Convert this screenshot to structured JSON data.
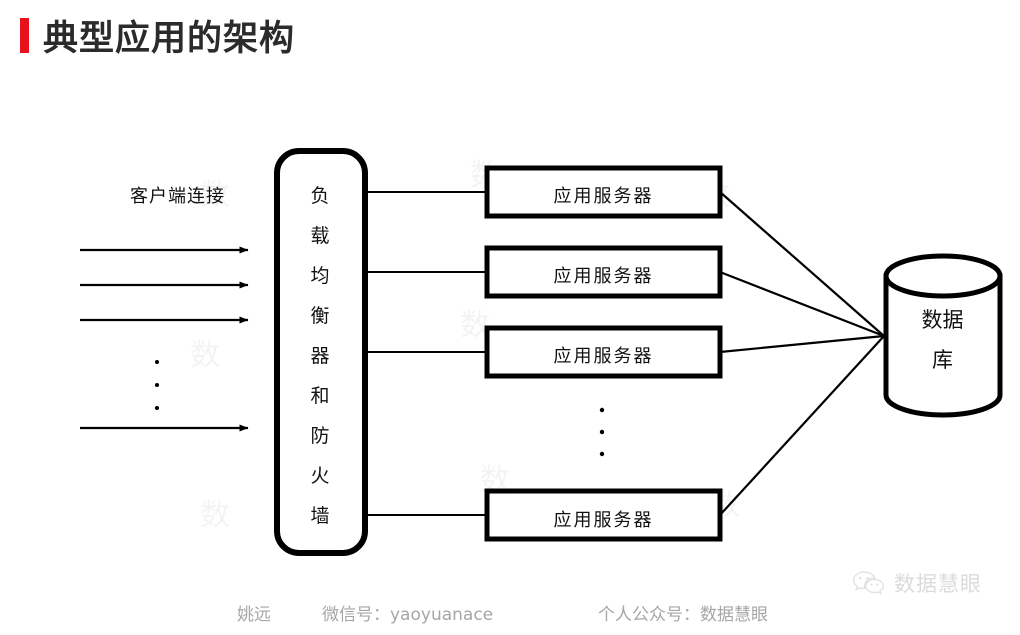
{
  "slide": {
    "title": "典型应用的架构",
    "accent_color": "#e8121c",
    "background_color": "#ffffff",
    "title_color": "#2b2b2b"
  },
  "diagram": {
    "type": "architecture-flow",
    "client": {
      "label": "客户端连接",
      "arrow_count": 4,
      "ellipsis": "⋮"
    },
    "load_balancer": {
      "label": "负载均衡器和防火墙",
      "chars": [
        "负",
        "载",
        "均",
        "衡",
        "器",
        "和",
        "防",
        "火",
        "墙"
      ],
      "shape": "rounded-rectangle",
      "stroke_color": "#000000"
    },
    "app_servers": [
      {
        "label": "应用服务器"
      },
      {
        "label": "应用服务器"
      },
      {
        "label": "应用服务器"
      },
      {
        "label": "应用服务器"
      }
    ],
    "app_servers_ellipsis": "⋮",
    "database": {
      "label": "数据库",
      "lines": [
        "数据",
        "库"
      ],
      "shape": "cylinder",
      "stroke_color": "#000000"
    }
  },
  "footer": {
    "name": "姚远",
    "wechat": "微信号：yaoyuanace",
    "official_account": "个人公众号：数据慧眼",
    "text_color": "#a6a6a6"
  },
  "watermark": {
    "icon": "wechat-icon",
    "text": "数据慧眼"
  },
  "background_watermark": {
    "glyph": "数"
  }
}
